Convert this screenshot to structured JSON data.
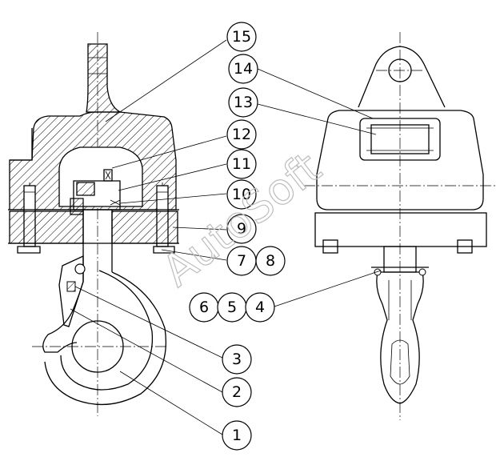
{
  "callouts": [
    {
      "id": "1",
      "label": "1"
    },
    {
      "id": "2",
      "label": "2"
    },
    {
      "id": "3",
      "label": "3"
    },
    {
      "id": "4",
      "label": "4"
    },
    {
      "id": "5",
      "label": "5"
    },
    {
      "id": "6",
      "label": "6"
    },
    {
      "id": "7",
      "label": "7"
    },
    {
      "id": "8",
      "label": "8"
    },
    {
      "id": "9",
      "label": "9"
    },
    {
      "id": "10",
      "label": "10"
    },
    {
      "id": "11",
      "label": "11"
    },
    {
      "id": "12",
      "label": "12"
    },
    {
      "id": "13",
      "label": "13"
    },
    {
      "id": "14",
      "label": "14"
    },
    {
      "id": "15",
      "label": "15"
    }
  ],
  "watermark": "AutoSoft",
  "colors": {
    "line": "#000000",
    "watermark": "#bdbdbd",
    "background": "#ffffff"
  }
}
